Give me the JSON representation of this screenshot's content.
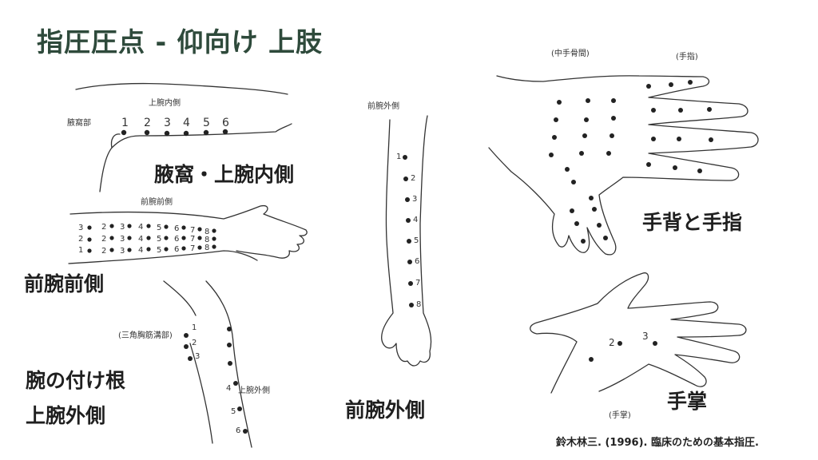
{
  "title": "指圧圧点 - 仰向け 上肢",
  "regions": {
    "armpit_upper_inner": "腋窩・上腕内側",
    "forearm_front": "前腕前側",
    "shoulder_upper_outer_line1": "腕の付け根",
    "shoulder_upper_outer_line2": "上腕外側",
    "forearm_outer": "前腕外側",
    "hand_back": "手背と手指",
    "palm": "手掌"
  },
  "figure_labels": {
    "upper_inner": "上腕内側",
    "armpit": "腋窩部",
    "forearm_front": "前腕前側",
    "forearm_outer": "前腕外側",
    "deltoid": "(三角胸筋溝部)",
    "upper_outer": "上腕外側",
    "metacarpal": "(中手骨間)",
    "fingers": "(手指)",
    "palm": "(手掌)"
  },
  "point_numbers": {
    "upper_inner": [
      "1",
      "2",
      "3",
      "4",
      "5",
      "6"
    ],
    "forearm_outer": [
      "1",
      "2",
      "3",
      "4",
      "5",
      "6",
      "7",
      "8"
    ],
    "deltoid": [
      "1",
      "2",
      "3"
    ],
    "upper_outer": [
      "4",
      "5",
      "6"
    ],
    "palm": [
      "2",
      "3"
    ]
  },
  "credit": "鈴木林三. (1996). 臨床のための基本指圧."
}
